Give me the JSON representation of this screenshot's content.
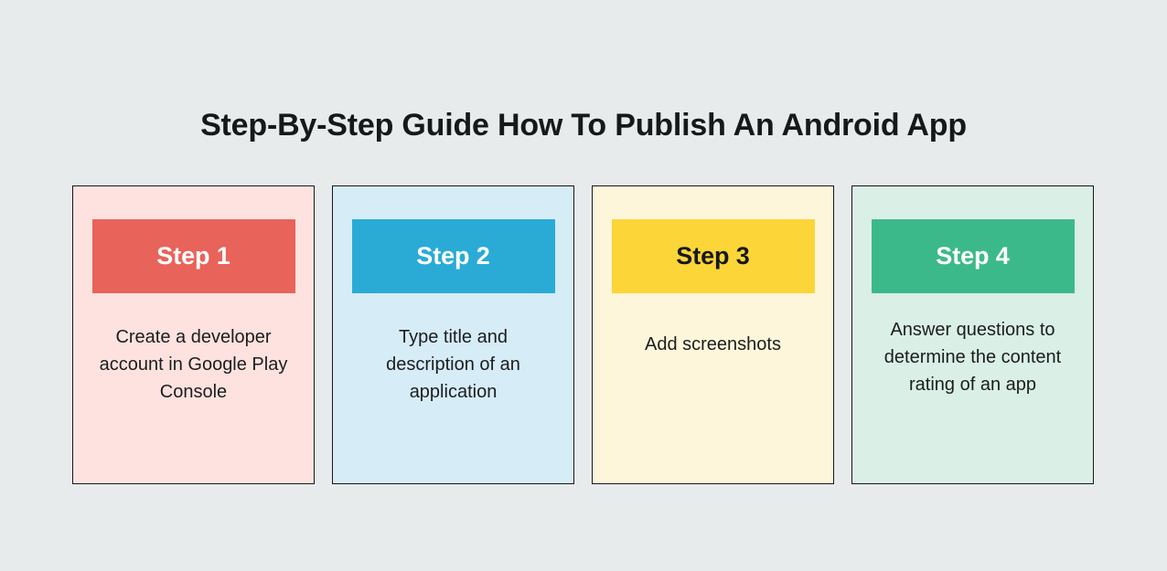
{
  "page": {
    "title": "Step-By-Step Guide How To Publish An Android App",
    "background_color": "#e8ebec",
    "text_color": "#16181a"
  },
  "cards": [
    {
      "step_label": "Step 1",
      "description": "Create a developer account in Google Play Console",
      "banner_color": "#e8635a",
      "card_color": "#fde2df",
      "label_color": "#ffffff"
    },
    {
      "step_label": "Step 2",
      "description": "Type title and description of an application",
      "banner_color": "#29abd6",
      "card_color": "#d6ecf7",
      "label_color": "#ffffff"
    },
    {
      "step_label": "Step 3",
      "description": "Add screenshots",
      "banner_color": "#fcd538",
      "card_color": "#fef6da",
      "label_color": "#16181a"
    },
    {
      "step_label": "Step 4",
      "description": "Answer questions to determine the content rating of an app",
      "banner_color": "#3cb98a",
      "card_color": "#daefe6",
      "label_color": "#ffffff"
    }
  ]
}
